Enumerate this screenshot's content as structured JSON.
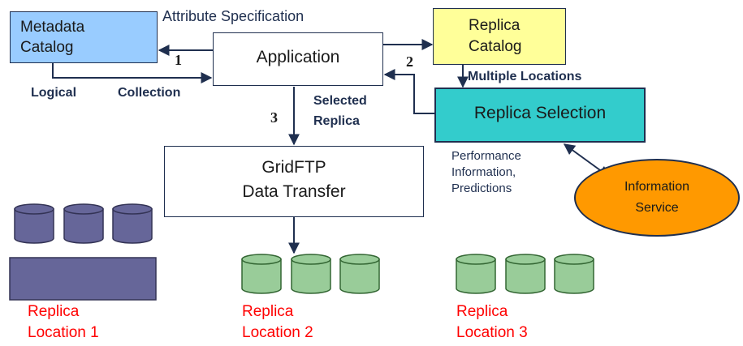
{
  "boxes": {
    "metadata_catalog": [
      "Metadata",
      "Catalog"
    ],
    "application": "Application",
    "replica_catalog": [
      "Replica",
      "Catalog"
    ],
    "replica_selection": "Replica Selection",
    "gridftp": [
      "GridFTP",
      "Data Transfer"
    ],
    "information_service": [
      "Information",
      "Service"
    ]
  },
  "labels": {
    "attribute_specification": "Attribute Specification",
    "step1": "1",
    "step2": "2",
    "step3": "3",
    "logical": "Logical",
    "collection": "Collection",
    "multiple_locations": "Multiple Locations",
    "selected_replica": [
      "Selected",
      "Replica"
    ],
    "performance": [
      "Performance",
      "Information,",
      "Predictions"
    ]
  },
  "locations": [
    [
      "Replica",
      "Location 1"
    ],
    [
      "Replica",
      "Location 2"
    ],
    [
      "Replica",
      "Location 3"
    ]
  ],
  "colors": {
    "metadata_fill": "#99ccff",
    "replica_catalog_fill": "#ffff99",
    "replica_selection_fill": "#33cccc",
    "info_service_fill": "#ff9900",
    "disk_purple": "#666699",
    "disk_green": "#99cc99",
    "location_text": "#ff0000",
    "label_navy": "#1f2f4f"
  }
}
